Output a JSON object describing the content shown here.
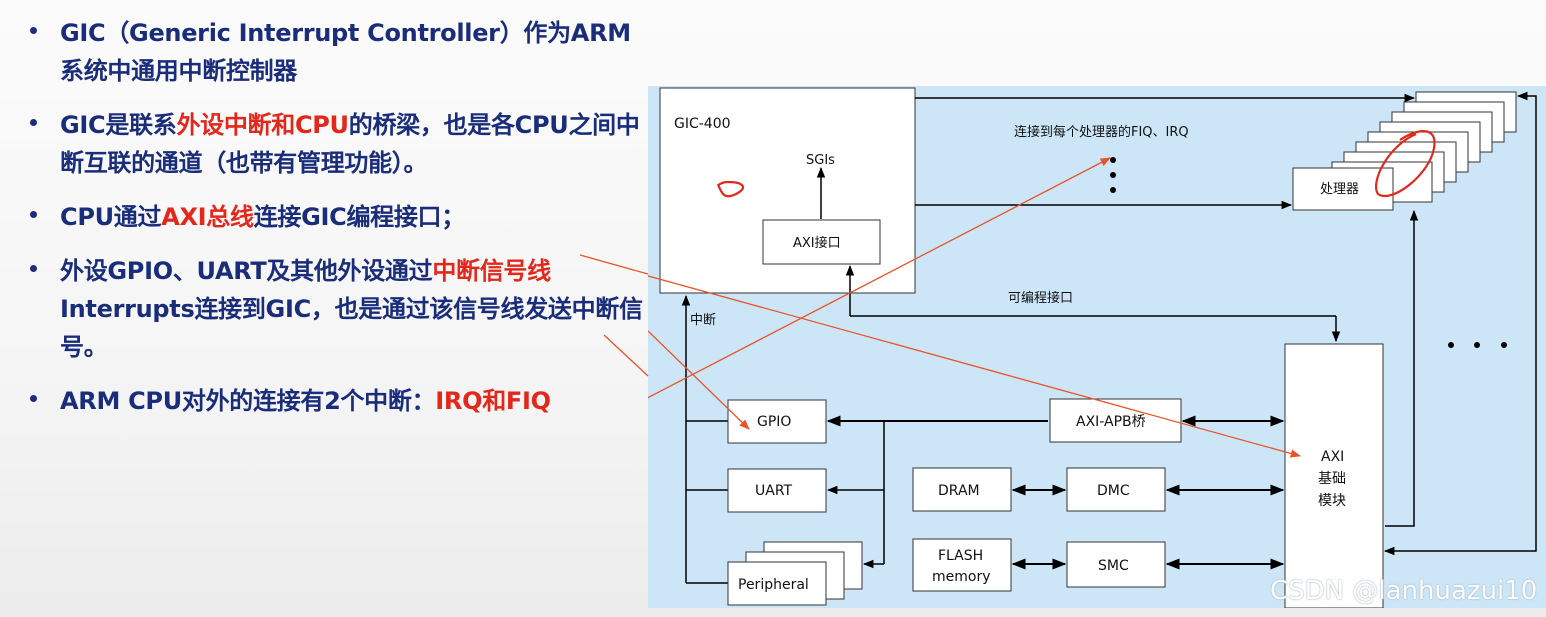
{
  "bullets": [
    {
      "segments": [
        {
          "t": "GIC（Generic Interrupt Controller）作为ARM系统中通用中断控制器",
          "red": false
        }
      ]
    },
    {
      "segments": [
        {
          "t": "GIC是联系",
          "red": false
        },
        {
          "t": "外设中断和CPU",
          "red": true
        },
        {
          "t": "的桥梁，也是各CPU之间中断互联的通道（也带有管理功能）。",
          "red": false
        }
      ]
    },
    {
      "segments": [
        {
          "t": "CPU通过",
          "red": false
        },
        {
          "t": "AXI总线",
          "red": true
        },
        {
          "t": "连接GIC编程接口；",
          "red": false
        }
      ]
    },
    {
      "segments": [
        {
          "t": "外设GPIO、UART及其他外设通过",
          "red": false
        },
        {
          "t": "中断信号线",
          "red": true
        },
        {
          "t": "Interrupts连接到GIC，也是通过该信号线发送中断信号。",
          "red": false
        }
      ]
    },
    {
      "segments": [
        {
          "t": "ARM CPU对外的连接有2个中断：",
          "red": false
        },
        {
          "t": "IRQ和FIQ",
          "red": true
        }
      ]
    }
  ],
  "diagram": {
    "gic_label": "GIC-400",
    "sgis_label": "SGIs",
    "axi_if_label": "AXI接口",
    "fiq_irq_label": "连接到每个处理器的FIQ、IRQ",
    "processor_label": "处理器",
    "prog_if_label": "可编程接口",
    "interrupt_label": "中断",
    "gpio_label": "GPIO",
    "uart_label": "UART",
    "peripheral_label": "Peripheral",
    "axi_apb_label": "AXI-APB桥",
    "dram_label": "DRAM",
    "dmc_label": "DMC",
    "flash_line1": "FLASH",
    "flash_line2": "memory",
    "smc_label": "SMC",
    "axi_base_line1": "AXI",
    "axi_base_line2": "基础",
    "axi_base_line3": "模块",
    "colors": {
      "panel": "#cce6f7",
      "line": "#000000",
      "annotation": "#e8542a",
      "pen": "#e3271b",
      "text_blue": "#1a2d7a",
      "text_red": "#e3271b"
    }
  },
  "watermark": "CSDN @lanhuazui10"
}
